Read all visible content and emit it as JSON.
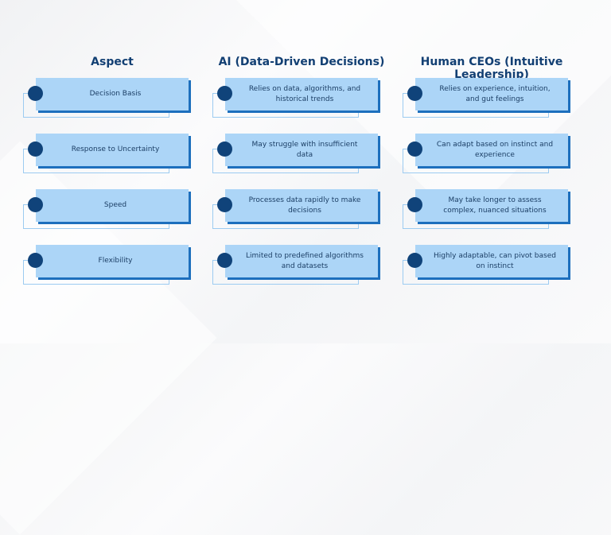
{
  "headers": [
    "Aspect",
    "AI (Data-Driven Decisions)",
    "Human CEOs (Intuitive Leadership)"
  ],
  "rows": [
    [
      "Decision Basis",
      "Relies on data, algorithms, and historical trends",
      "Relies on experience, intuition, and gut feelings"
    ],
    [
      "Response to Uncertainty",
      "May struggle with insufficient data",
      "Can adapt based on instinct and experience"
    ],
    [
      "Speed",
      "Processes data rapidly to make decisions",
      "May take longer to assess complex, nuanced situations"
    ],
    [
      "Flexibility",
      "Limited to predefined algorithms and datasets",
      "Highly adaptable, can pivot based on instinct"
    ]
  ]
}
